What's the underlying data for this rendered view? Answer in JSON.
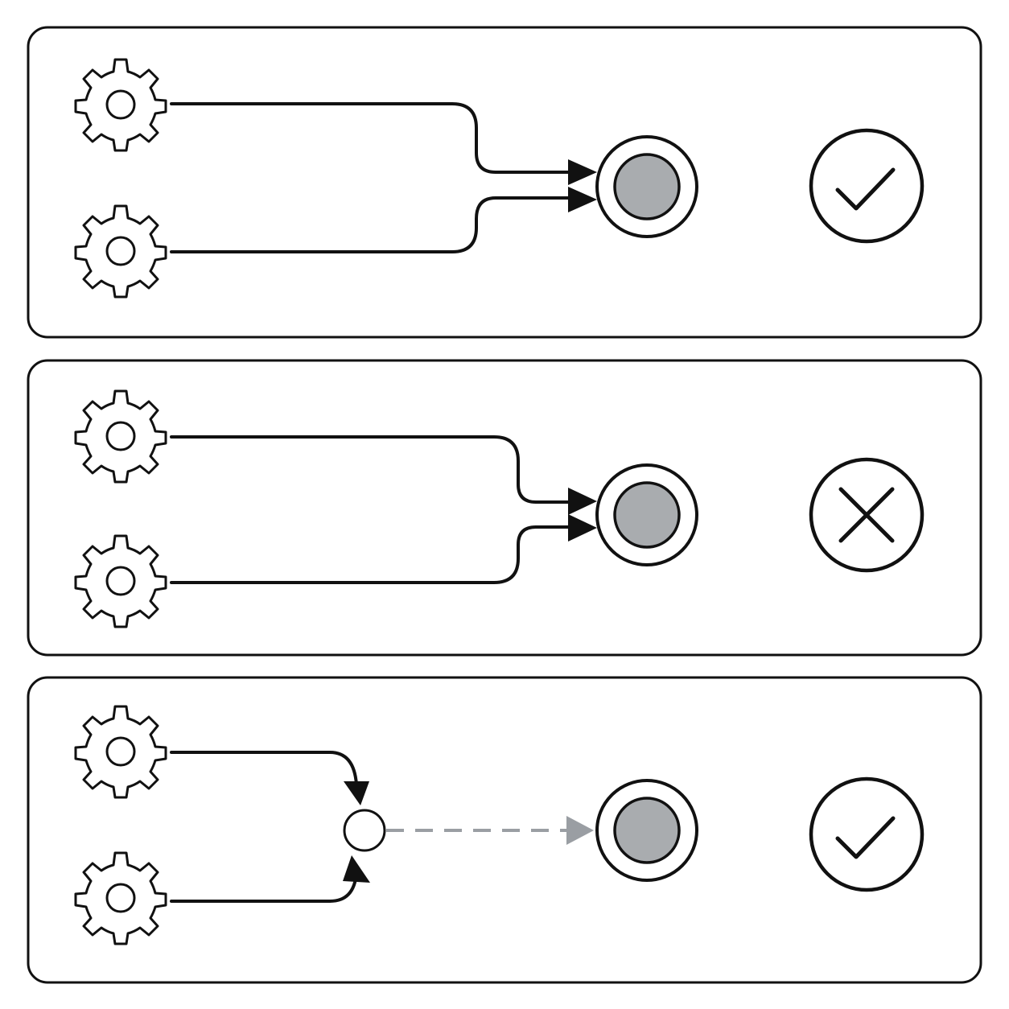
{
  "colors": {
    "stroke": "#111111",
    "target_fill": "#a9acaf",
    "dashed_arrow": "#9a9ea3",
    "background": "#ffffff"
  },
  "panels": [
    {
      "sources": [
        "gear-icon",
        "gear-icon"
      ],
      "routing": "direct-merge",
      "target": "double-ring-target",
      "status": "success",
      "status_icon": "checkmark-icon"
    },
    {
      "sources": [
        "gear-icon",
        "gear-icon"
      ],
      "routing": "direct-merge",
      "target": "double-ring-target",
      "status": "failure",
      "status_icon": "cross-icon"
    },
    {
      "sources": [
        "gear-icon",
        "gear-icon"
      ],
      "routing": "via-junction",
      "target": "double-ring-target",
      "status": "success",
      "status_icon": "checkmark-icon"
    }
  ]
}
